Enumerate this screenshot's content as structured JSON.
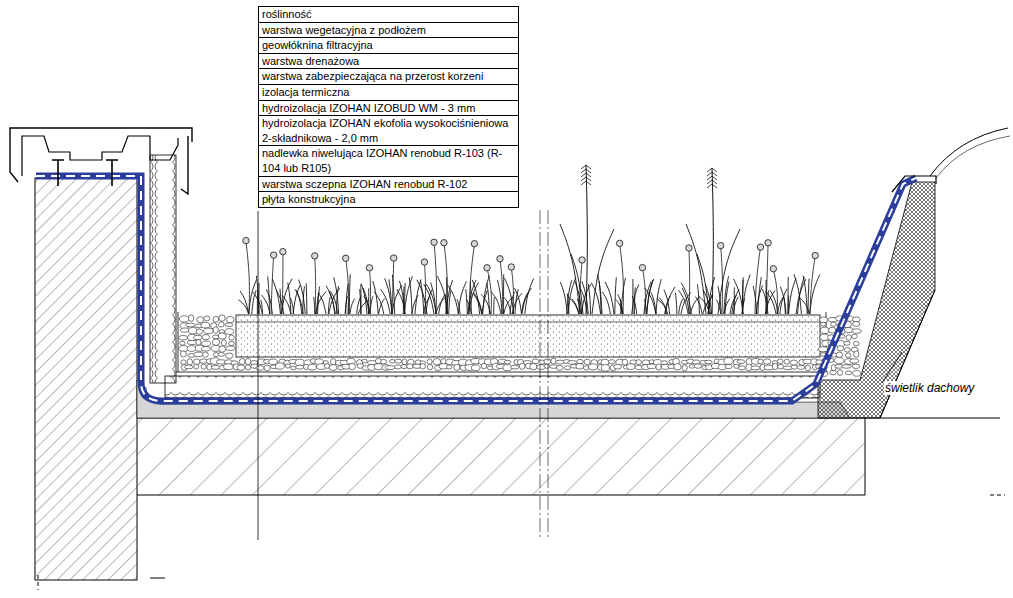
{
  "diagram": {
    "labels": [
      "roślinność",
      "warstwa wegetacyjna z podłożem",
      "geowłóknina filtracyjna",
      "warstwa drenażowa",
      "warstwa zabezpieczająca na przerost korzeni",
      "izolacja termiczna",
      "hydroizolacja IZOHAN IZOBUD WM - 3 mm",
      "hydroizolacja IZOHAN ekofolia wysokociśnieniowa 2-składnikowa - 2,0 mm",
      "nadlewka niwelująca IZOHAN renobud R-103 (R-104 lub R105)",
      "warstwa sczepna IZOHAN renobud R-102",
      "płyta konstrukcyjna",
      "świetlik dachowy"
    ]
  }
}
